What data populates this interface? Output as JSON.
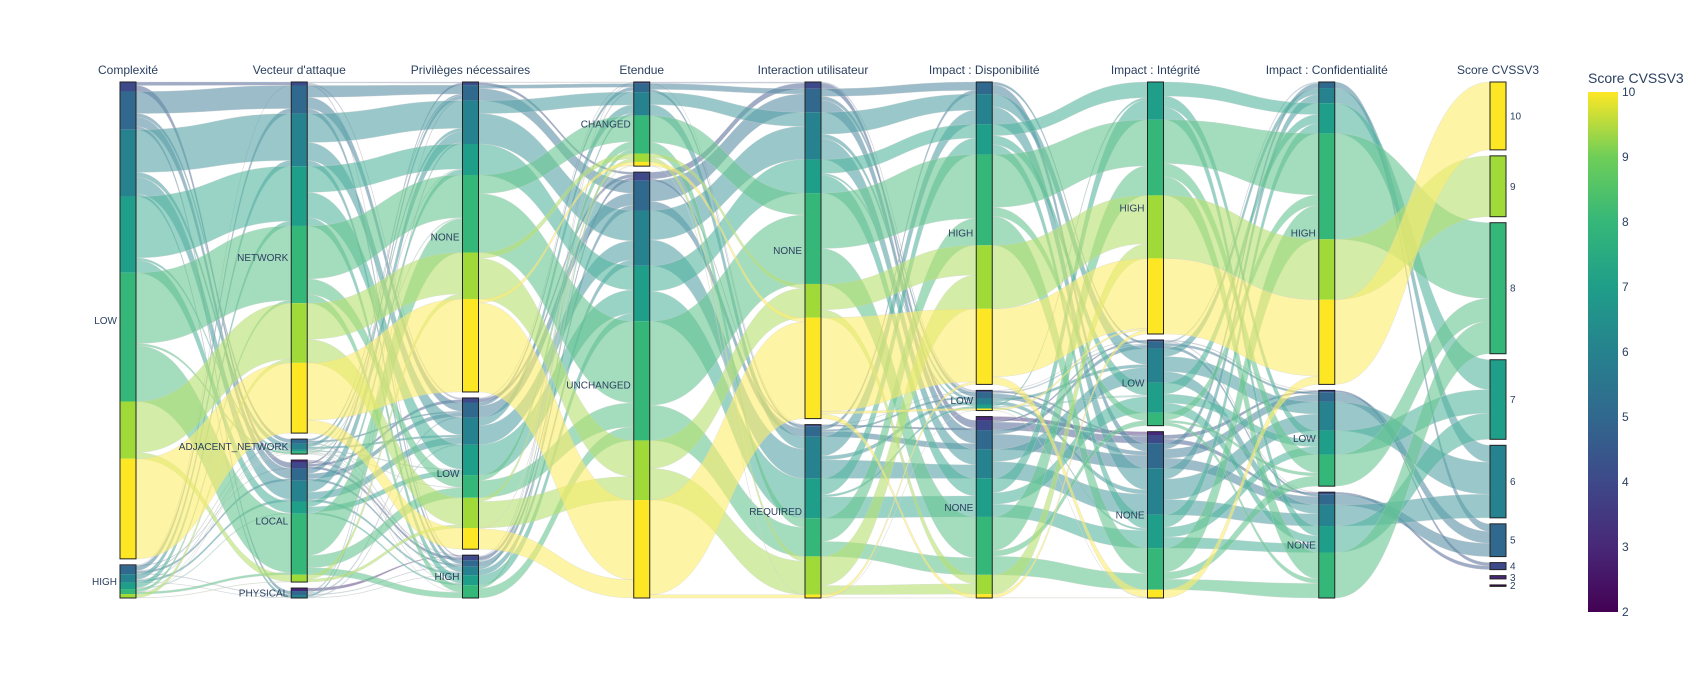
{
  "chart_data": {
    "type": "parallel-categories",
    "color_scale": "viridis",
    "color_range": [
      2,
      10
    ],
    "dimensions": [
      {
        "title": "Complexité",
        "categories": [
          {
            "label": "LOW",
            "size": 0.935,
            "mix": [
              0,
              0,
              0.02,
              0.08,
              0.14,
              0.16,
              0.27,
              0.12,
              0.21
            ]
          },
          {
            "label": "HIGH",
            "size": 0.065,
            "mix": [
              0,
              0,
              0.03,
              0.25,
              0.25,
              0.2,
              0.15,
              0.12,
              0
            ]
          }
        ]
      },
      {
        "title": "Vecteur d'attaque",
        "categories": [
          {
            "label": "NETWORK",
            "size": 0.705,
            "mix": [
              0,
              0,
              0.01,
              0.08,
              0.15,
              0.17,
              0.22,
              0.17,
              0.2
            ]
          },
          {
            "label": "ADJACENT_NETWORK",
            "size": 0.03,
            "mix": [
              0,
              0,
              0,
              0.3,
              0.4,
              0.15,
              0.15,
              0,
              0
            ]
          },
          {
            "label": "LOCAL",
            "size": 0.245,
            "mix": [
              0,
              0.02,
              0.05,
              0.1,
              0.17,
              0.1,
              0.5,
              0.06,
              0
            ]
          },
          {
            "label": "PHYSICAL",
            "size": 0.02,
            "mix": [
              0,
              0.3,
              0,
              0.4,
              0.3,
              0,
              0,
              0,
              0
            ]
          }
        ]
      },
      {
        "title": "Privilèges nécessaires",
        "categories": [
          {
            "label": "NONE",
            "size": 0.615,
            "mix": [
              0,
              0,
              0.01,
              0.05,
              0.14,
              0.1,
              0.25,
              0.15,
              0.3
            ]
          },
          {
            "label": "LOW",
            "size": 0.3,
            "mix": [
              0,
              0,
              0.03,
              0.1,
              0.18,
              0.2,
              0.15,
              0.2,
              0.14
            ]
          },
          {
            "label": "HIGH",
            "size": 0.085,
            "mix": [
              0,
              0.02,
              0.1,
              0.15,
              0.2,
              0.23,
              0.3,
              0,
              0
            ]
          }
        ]
      },
      {
        "title": "Etendue",
        "categories": [
          {
            "label": "CHANGED",
            "size": 0.165,
            "mix": [
              0,
              0,
              0.02,
              0.1,
              0.28,
              0,
              0.45,
              0.1,
              0.05
            ]
          },
          {
            "label": "UNCHANGED",
            "size": 0.835,
            "mix": [
              0,
              0,
              0.02,
              0.07,
              0.13,
              0.13,
              0.28,
              0.14,
              0.23
            ]
          }
        ]
      },
      {
        "title": "Interaction utilisateur",
        "categories": [
          {
            "label": "NONE",
            "size": 0.66,
            "mix": [
              0,
              0,
              0.02,
              0.07,
              0.14,
              0.1,
              0.27,
              0.1,
              0.3
            ]
          },
          {
            "label": "REQUIRED",
            "size": 0.34,
            "mix": [
              0,
              0,
              0.01,
              0.06,
              0.24,
              0.23,
              0.22,
              0.22,
              0.02
            ]
          }
        ]
      },
      {
        "title": "Impact : Disponibilité",
        "categories": [
          {
            "label": "HIGH",
            "size": 0.6,
            "mix": [
              0,
              0,
              0,
              0.04,
              0.1,
              0.1,
              0.3,
              0.21,
              0.25
            ]
          },
          {
            "label": "LOW",
            "size": 0.04,
            "mix": [
              0,
              0,
              0.1,
              0.3,
              0.3,
              0.2,
              0,
              0,
              0.1
            ]
          },
          {
            "label": "NONE",
            "size": 0.36,
            "mix": [
              0,
              0.02,
              0.05,
              0.1,
              0.15,
              0.2,
              0.3,
              0.1,
              0.02
            ]
          }
        ]
      },
      {
        "title": "Impact : Intégrité",
        "categories": [
          {
            "label": "HIGH",
            "size": 0.5,
            "mix": [
              0,
              0,
              0,
              0,
              0,
              0.15,
              0.3,
              0.25,
              0.3
            ]
          },
          {
            "label": "LOW",
            "size": 0.17,
            "mix": [
              0,
              0,
              0.02,
              0.08,
              0.4,
              0.35,
              0.15,
              0,
              0
            ]
          },
          {
            "label": "NONE",
            "size": 0.33,
            "mix": [
              0,
              0.02,
              0.05,
              0.15,
              0.28,
              0.2,
              0.25,
              0,
              0.05
            ]
          }
        ]
      },
      {
        "title": "Impact : Confidentialité",
        "categories": [
          {
            "label": "HIGH",
            "size": 0.6,
            "mix": [
              0,
              0,
              0,
              0.02,
              0.05,
              0.1,
              0.35,
              0.2,
              0.28
            ]
          },
          {
            "label": "LOW",
            "size": 0.19,
            "mix": [
              0,
              0,
              0.02,
              0.1,
              0.3,
              0.25,
              0.33,
              0,
              0
            ]
          },
          {
            "label": "NONE",
            "size": 0.21,
            "mix": [
              0,
              0,
              0.02,
              0.1,
              0.2,
              0.25,
              0.43,
              0,
              0
            ]
          }
        ]
      },
      {
        "title": "Score CVSSV3",
        "categories": [
          {
            "label": "10",
            "size": 0.145,
            "mix": [
              0,
              0,
              0,
              0,
              0,
              0,
              0,
              0,
              1
            ]
          },
          {
            "label": "9",
            "size": 0.13,
            "mix": [
              0,
              0,
              0,
              0,
              0,
              0,
              0,
              1,
              0
            ]
          },
          {
            "label": "8",
            "size": 0.28,
            "mix": [
              0,
              0,
              0,
              0,
              0,
              0,
              1,
              0,
              0
            ]
          },
          {
            "label": "7",
            "size": 0.17,
            "mix": [
              0,
              0,
              0,
              0,
              0,
              1,
              0,
              0,
              0
            ]
          },
          {
            "label": "6",
            "size": 0.155,
            "mix": [
              0,
              0,
              0,
              0,
              1,
              0,
              0,
              0,
              0
            ]
          },
          {
            "label": "5",
            "size": 0.07,
            "mix": [
              0,
              0,
              0,
              1,
              0,
              0,
              0,
              0,
              0
            ]
          },
          {
            "label": "4",
            "size": 0.015,
            "mix": [
              0,
              0,
              1,
              0,
              0,
              0,
              0,
              0,
              0
            ]
          },
          {
            "label": "3",
            "size": 0.007,
            "mix": [
              0,
              1,
              0,
              0,
              0,
              0,
              0,
              0,
              0
            ]
          },
          {
            "label": "2",
            "size": 0.003,
            "mix": [
              1,
              0,
              0,
              0,
              0,
              0,
              0,
              0,
              0
            ]
          }
        ]
      }
    ],
    "colorbar": {
      "title": "Score CVSSV3",
      "ticks": [
        10,
        9,
        8,
        7,
        6,
        5,
        4,
        3,
        2
      ]
    }
  }
}
